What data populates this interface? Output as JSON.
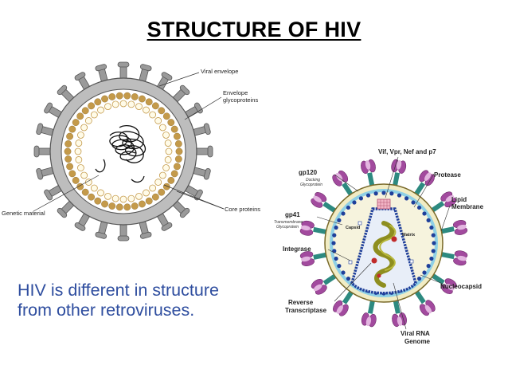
{
  "slide": {
    "title": "STRUCTURE OF HIV ",
    "caption_lines": [
      "HIV is different in structure",
      "from other retroviruses."
    ]
  },
  "left_diagram": {
    "labels": {
      "viral_envelope": "Viral envelope",
      "envelope_glyco_1": "Envelope",
      "envelope_glyco_2": "glycoproteins",
      "genetic_material": "Genetic material",
      "core_proteins": "Core proteins"
    }
  },
  "right_diagram": {
    "labels": {
      "vif": "Vif, Vpr, Nef and p7",
      "gp120": "gp120",
      "gp120_sub1": "Docking",
      "gp120_sub2": "Glycoprotein",
      "protease": "Protease",
      "lipid_1": "Lipid",
      "lipid_2": "Membrane",
      "gp41": "gp41",
      "gp41_sub1": "Transmembrane",
      "gp41_sub2": "Glycoprotein",
      "capsid": "Capsid",
      "matrix": "Matrix",
      "integrase": "Integrase",
      "nucleocapsid": "Nucleocapsid",
      "rt_1": "Reverse",
      "rt_2": "Transcriptase",
      "rna_1": "Viral RNA",
      "rna_2": "Genome"
    }
  },
  "colors": {
    "caption": "#2f4e9f",
    "spike_gray": "#9a9a9a",
    "core_brown": "#c49a4a",
    "spike_purple": "#a24a9e",
    "stem_teal": "#2d8a80",
    "membrane_cream": "#f1ecc4",
    "matrix_blue": "#1f3f9a",
    "rna_olive": "#9a9a2a"
  }
}
